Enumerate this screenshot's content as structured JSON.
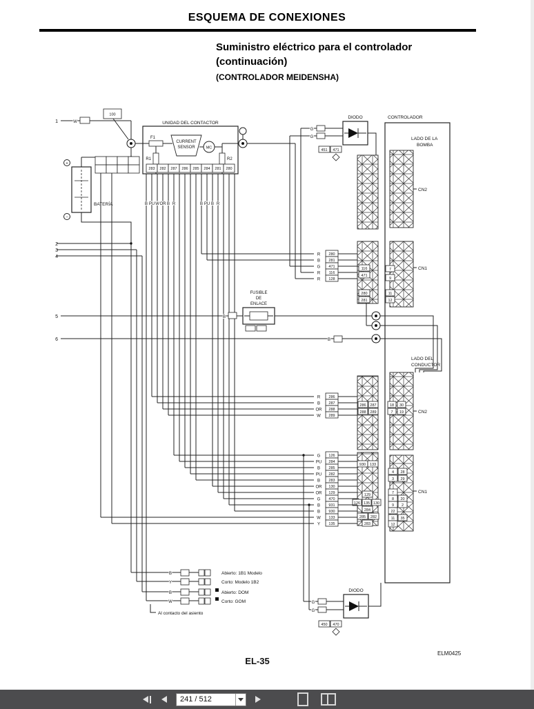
{
  "header": {
    "title": "ESQUEMA DE CONEXIONES",
    "subtitle1": "Suministro eléctrico para el controlador",
    "subtitle2": "(continuación)",
    "subtitle3": "(CONTROLADOR MEIDENSHA)"
  },
  "diagram": {
    "unidad": "UNIDAD DEL CONTACTOR",
    "current": "CURRENT",
    "sensor": "SENSOR",
    "f1": "F1",
    "r1": "R1",
    "r2": "R2",
    "mc": "MC",
    "bateria": "BATERÍA",
    "diodo_top": "DIODO",
    "diodo_bottom": "DIODO",
    "controlador": "CONTROLADOR",
    "lado_bomba1": "LADO DE LA",
    "lado_bomba2": "BOMBA",
    "lado_cond1": "LADO DEL",
    "lado_cond2": "CONDUCTOR",
    "cn2_top": "CN2",
    "cn1_top": "CN1",
    "cn2_bottom": "CN2",
    "cn1_bottom": "CN1",
    "fusible1": "FUSIBLE",
    "fusible2": "DE",
    "fusible3": "ENLACE",
    "relay_box": "100",
    "left_nums": [
      "1",
      "2",
      "3",
      "4",
      "5",
      "6"
    ],
    "wire1_color": "W",
    "wire5_color": "B",
    "wire6_color": "B",
    "bundle_a": [
      "B",
      "PU",
      "W",
      "OR",
      "B",
      "R"
    ],
    "bundle_b": [
      "B",
      "PU",
      "B",
      "R"
    ],
    "contactor_pins": [
      "283",
      "282",
      "287",
      "286",
      "285",
      "284",
      "281",
      "280"
    ],
    "group_a": [
      {
        "c": "R",
        "n": "280"
      },
      {
        "c": "B",
        "n": "281"
      },
      {
        "c": "G",
        "n": "471"
      },
      {
        "c": "R",
        "n": "116"
      },
      {
        "c": "R",
        "n": "128"
      }
    ],
    "group_b": [
      {
        "c": "R",
        "n": "286"
      },
      {
        "c": "B",
        "n": "287"
      },
      {
        "c": "OR",
        "n": "288"
      },
      {
        "c": "W",
        "n": "289"
      }
    ],
    "group_c": [
      {
        "c": "G",
        "n": "126"
      },
      {
        "c": "PU",
        "n": "284"
      },
      {
        "c": "B",
        "n": "285"
      },
      {
        "c": "PU",
        "n": "282"
      },
      {
        "c": "B",
        "n": "283"
      },
      {
        "c": "OR",
        "n": "130"
      },
      {
        "c": "OR",
        "n": "129"
      },
      {
        "c": "G",
        "n": "470"
      },
      {
        "c": "B",
        "n": "931"
      },
      {
        "c": "B",
        "n": "930"
      },
      {
        "c": "W",
        "n": "133"
      },
      {
        "c": "Y",
        "n": "135"
      }
    ],
    "sA_pins": [
      "116",
      "471",
      "280",
      "281"
    ],
    "cn1_top_pins": [
      "7",
      "9",
      "11",
      "12"
    ],
    "sB_pins": [
      "286",
      "287",
      "288",
      "289"
    ],
    "cn2_bottom_pins": [
      "18",
      "30",
      "7",
      "19"
    ],
    "cn1_bottom_pins": [
      {
        "l": "4",
        "r": "28"
      },
      {
        "l": "3",
        "r": "29"
      },
      {
        "l": "7",
        "r": ""
      },
      {
        "l": "8",
        "r": "20"
      },
      {
        "l": "9",
        "r": "2"
      },
      {
        "l": "22",
        "r": ""
      },
      {
        "l": "11",
        "r": "35"
      },
      {
        "l": "12",
        "r": ""
      }
    ],
    "sC_row1": [
      "930",
      "133"
    ],
    "sC_129": "129",
    "sC_row2": [
      "126",
      "135",
      "130"
    ],
    "sC_284": "284",
    "sC_row3": [
      "285",
      "282"
    ],
    "sC_283": "283",
    "diode_top_g1": "G",
    "diode_top_g2": "G",
    "diode_top_pins": [
      "451",
      "471"
    ],
    "diode_bottom_g1": "G",
    "diode_bottom_g2": "G",
    "diode_bottom_pins": [
      "450",
      "470"
    ],
    "sw1_c1": "B",
    "sw1_c2": "Y",
    "sw1_line1": "Abierto: 1B1 Modelo",
    "sw1_line2": "Corto: Modelo 1B2",
    "sw2_c1": "B",
    "sw2_c2": "W",
    "sw2_line1": "Abierto: DOM",
    "sw2_line2": "Corto: GOM",
    "seat_note": "Al contacto del asiento",
    "code": "ELM0425",
    "page_label": "EL-35"
  },
  "toolbar": {
    "page_indicator": "241 / 512"
  }
}
